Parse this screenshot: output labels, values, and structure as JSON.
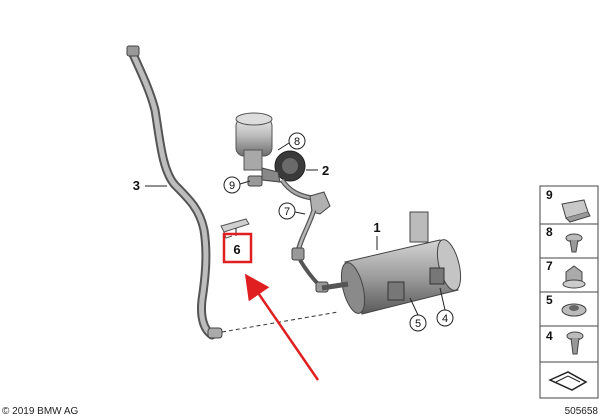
{
  "callouts": {
    "part_1": "1",
    "part_2": "2",
    "part_3": "3",
    "part_4": "4",
    "part_5": "5",
    "part_6": "6",
    "part_7": "7",
    "part_8": "8",
    "part_9": "9"
  },
  "legend": {
    "items": [
      "9",
      "8",
      "7",
      "5",
      "4"
    ]
  },
  "footer": {
    "copyright": "© 2019 BMW AG",
    "diagram_number": "505658"
  },
  "colors": {
    "highlight": "#e02020",
    "line": "#333333"
  }
}
